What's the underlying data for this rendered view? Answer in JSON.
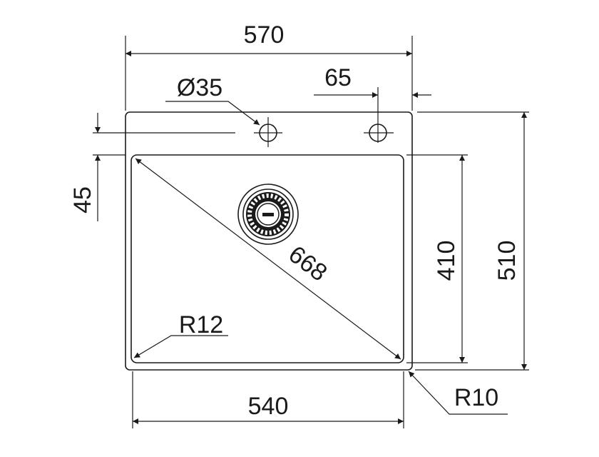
{
  "drawing": {
    "overall_width": "570",
    "tap_hole_diameter": "Ø35",
    "hole_offset": "65",
    "hole_to_bowl": "45",
    "diagonal": "668",
    "bowl_radius": "R12",
    "bowl_width": "540",
    "outer_radius": "R10",
    "bowl_depth": "410",
    "overall_depth": "510"
  },
  "colors": {
    "line": "#1a1a1a",
    "background": "#ffffff"
  }
}
